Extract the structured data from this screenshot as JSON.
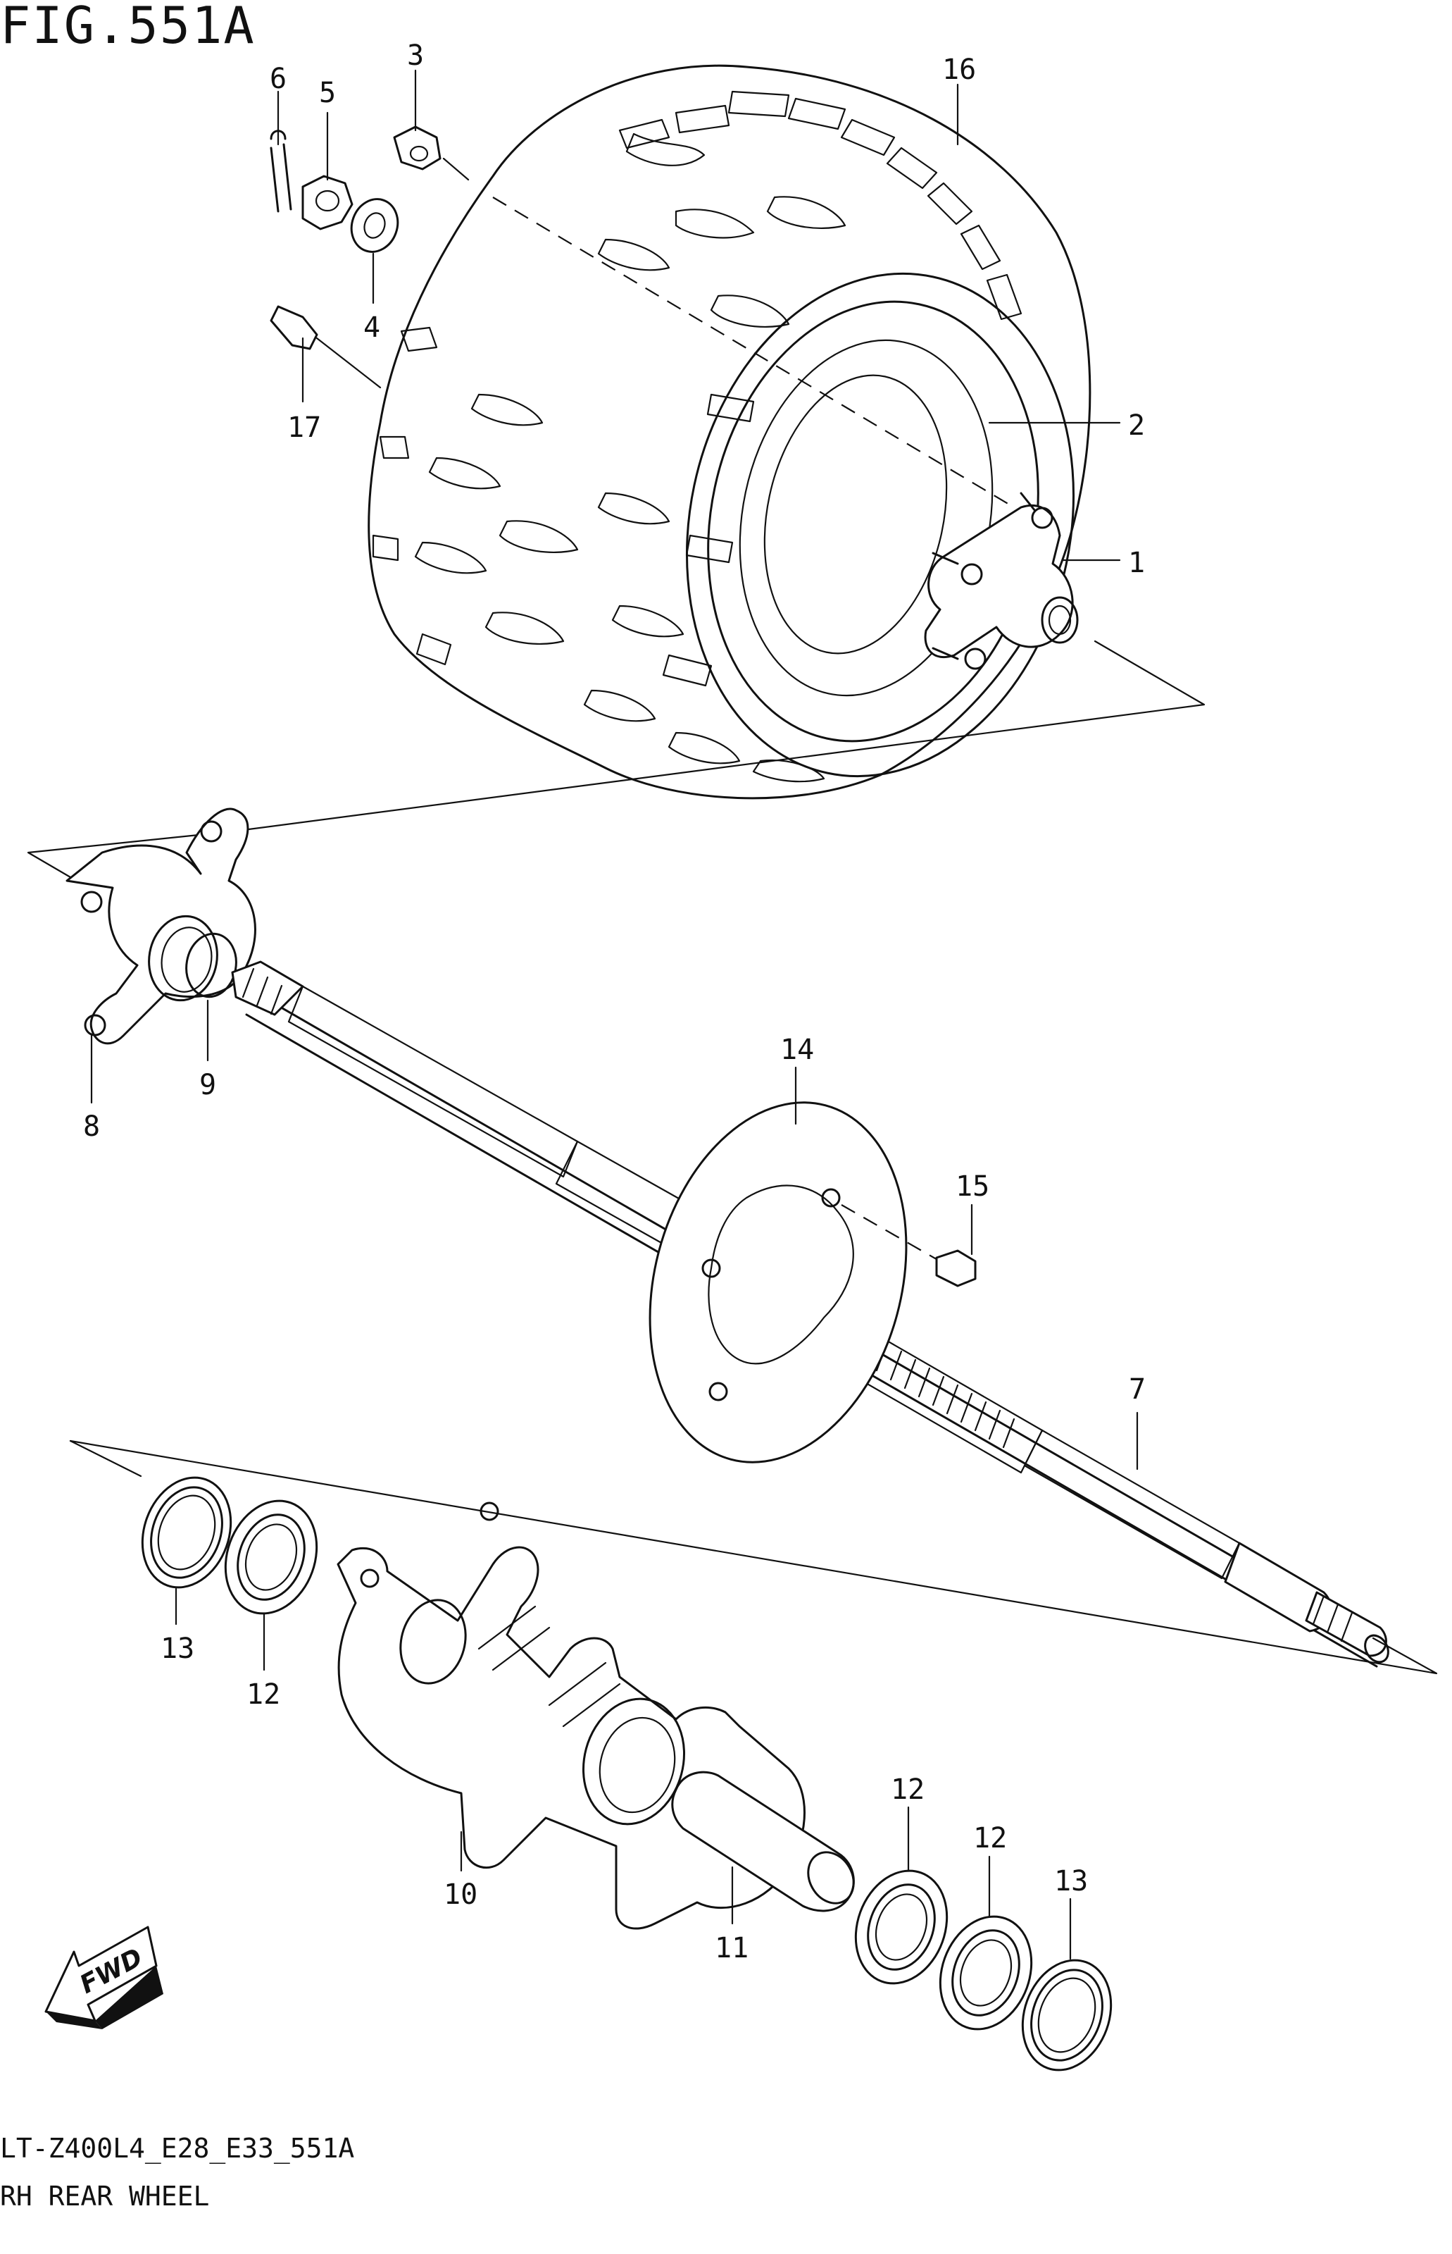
{
  "figure": {
    "title": "FIG.551A",
    "model_code": "LT-Z400L4_E28_E33_551A",
    "section_name": "RH REAR WHEEL"
  },
  "badge": {
    "label": "FWD",
    "icon": "fwd-arrow-icon"
  },
  "callouts": [
    {
      "id": "1",
      "label": "1"
    },
    {
      "id": "2",
      "label": "2"
    },
    {
      "id": "3",
      "label": "3"
    },
    {
      "id": "4",
      "label": "4"
    },
    {
      "id": "5",
      "label": "5"
    },
    {
      "id": "6",
      "label": "6"
    },
    {
      "id": "7",
      "label": "7"
    },
    {
      "id": "8",
      "label": "8"
    },
    {
      "id": "9",
      "label": "9"
    },
    {
      "id": "10",
      "label": "10"
    },
    {
      "id": "11",
      "label": "11"
    },
    {
      "id": "12a",
      "label": "12"
    },
    {
      "id": "12b",
      "label": "12"
    },
    {
      "id": "12c",
      "label": "12"
    },
    {
      "id": "13a",
      "label": "13"
    },
    {
      "id": "13b",
      "label": "13"
    },
    {
      "id": "14",
      "label": "14"
    },
    {
      "id": "15",
      "label": "15"
    },
    {
      "id": "16",
      "label": "16"
    },
    {
      "id": "17",
      "label": "17"
    }
  ]
}
